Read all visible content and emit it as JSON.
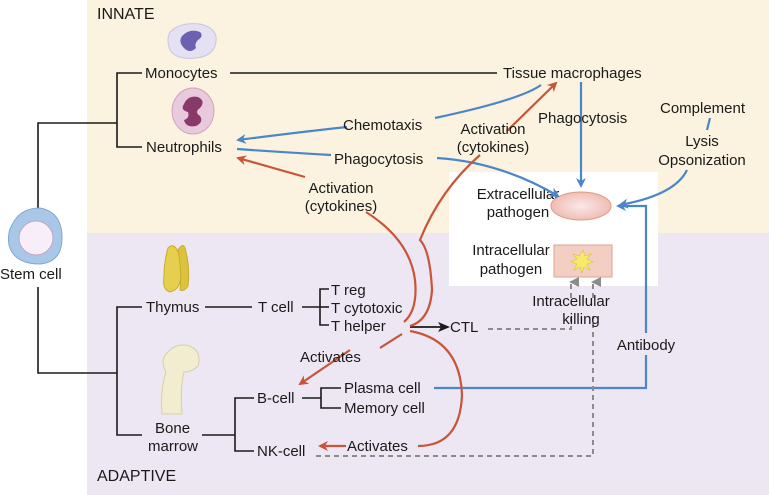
{
  "regions": {
    "innate": {
      "label": "INNATE",
      "color": "#fbf3df"
    },
    "adaptive": {
      "label": "ADAPTIVE",
      "color": "#ede6f3"
    },
    "pathogen_box_color": "#ffffff"
  },
  "colors": {
    "line": "#1a1a1a",
    "blue": "#4a86c8",
    "red": "#c8553a",
    "dashed": "#8c8c8c"
  },
  "nodes": {
    "stem_cell": "Stem cell",
    "monocytes": "Monocytes",
    "neutrophils": "Neutrophils",
    "tissue_macrophages": "Tissue macrophages",
    "thymus": "Thymus",
    "bone_marrow_line1": "Bone",
    "bone_marrow_line2": "marrow",
    "t_cell": "T cell",
    "t_reg": "T reg",
    "t_cytotoxic": "T cytotoxic",
    "t_helper": "T helper",
    "ctl": "CTL",
    "b_cell": "B-cell",
    "nk_cell": "NK-cell",
    "plasma_cell": "Plasma cell",
    "memory_cell": "Memory cell",
    "extracellular_line1": "Extracellular",
    "extracellular_line2": "pathogen",
    "intracellular_line1": "Intracellular",
    "intracellular_line2": "pathogen"
  },
  "edge_labels": {
    "chemotaxis": "Chemotaxis",
    "phagocytosis_neutrophil": "Phagocytosis",
    "activation_neutrophil_line1": "Activation",
    "activation_neutrophil_line2": "(cytokines)",
    "activation_macrophage_line1": "Activation",
    "activation_macrophage_line2": "(cytokines)",
    "phagocytosis_macrophage": "Phagocytosis",
    "complement": "Complement",
    "lysis": "Lysis",
    "opsonization": "Opsonization",
    "intracellular_killing_line1": "Intracellular",
    "intracellular_killing_line2": "killing",
    "antibody": "Antibody",
    "activates_bcell": "Activates",
    "activates_nkcell": "Activates"
  }
}
